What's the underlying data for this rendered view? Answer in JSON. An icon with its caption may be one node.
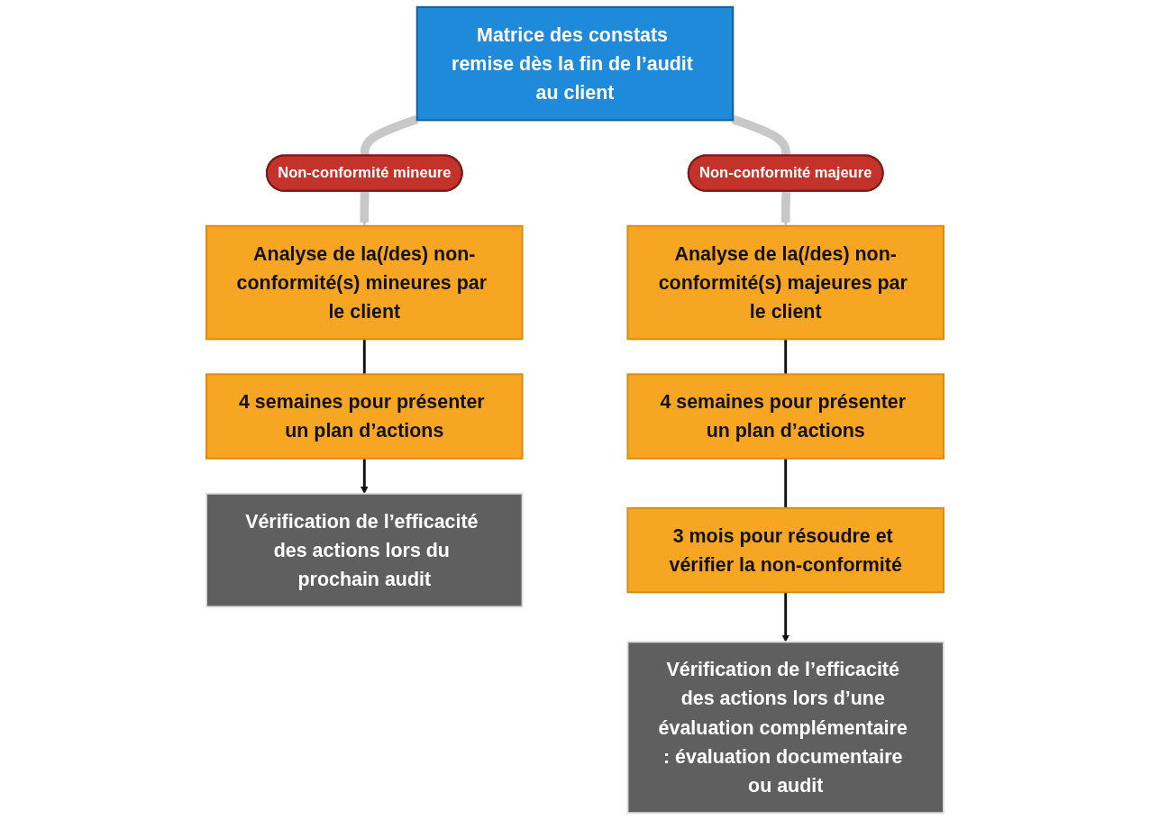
{
  "diagram": {
    "nodes": [
      {
        "text": [
          "Matrice des constats remise dès la fin de l’audit au client"
        ]
      },
      {
        "text": [
          "Non-conformité mineure"
        ]
      },
      {
        "text": [
          "Non-conformité majeure"
        ]
      },
      {
        "text": [
          "Analyse de la(/des) non-conformité(s) mineures par le client"
        ]
      },
      {
        "text": [
          "4 semaines pour présenter un plan d’actions"
        ]
      },
      {
        "text": [
          "Vérification de l’efficacité des actions lors du prochain audit"
        ]
      },
      {
        "text": [
          "Analyse de la(/des) non-conformité(s) majeures par le client"
        ]
      },
      {
        "text": [
          "4 semaines pour présenter un plan d’actions"
        ]
      },
      {
        "text": [
          "3 mois pour résoudre et vérifier la non-conformité"
        ]
      },
      {
        "text": [
          "Vérification de l’efficacité des actions lors d’une évaluation complémentaire : évaluation documentaire ou audit"
        ]
      }
    ],
    "edges": [
      {
        "from": 0,
        "to": 1,
        "arrow": "none",
        "style": "thick",
        "color": "#c8c8c8"
      },
      {
        "from": 0,
        "to": 2,
        "arrow": "none",
        "style": "thick",
        "color": "#c8c8c8"
      },
      {
        "from": 1,
        "to": 3,
        "arrow": "to",
        "style": "thick",
        "color": "#c8c8c8"
      },
      {
        "from": 3,
        "to": 4,
        "arrow": "none"
      },
      {
        "from": 4,
        "to": 5,
        "arrow": "to"
      },
      {
        "from": 2,
        "to": 6,
        "arrow": "to",
        "style": "thick",
        "color": "#c8c8c8"
      },
      {
        "from": 6,
        "to": 7,
        "arrow": "none"
      },
      {
        "from": 7,
        "to": 8,
        "arrow": "none"
      },
      {
        "from": 8,
        "to": 9,
        "arrow": "to"
      }
    ]
  }
}
